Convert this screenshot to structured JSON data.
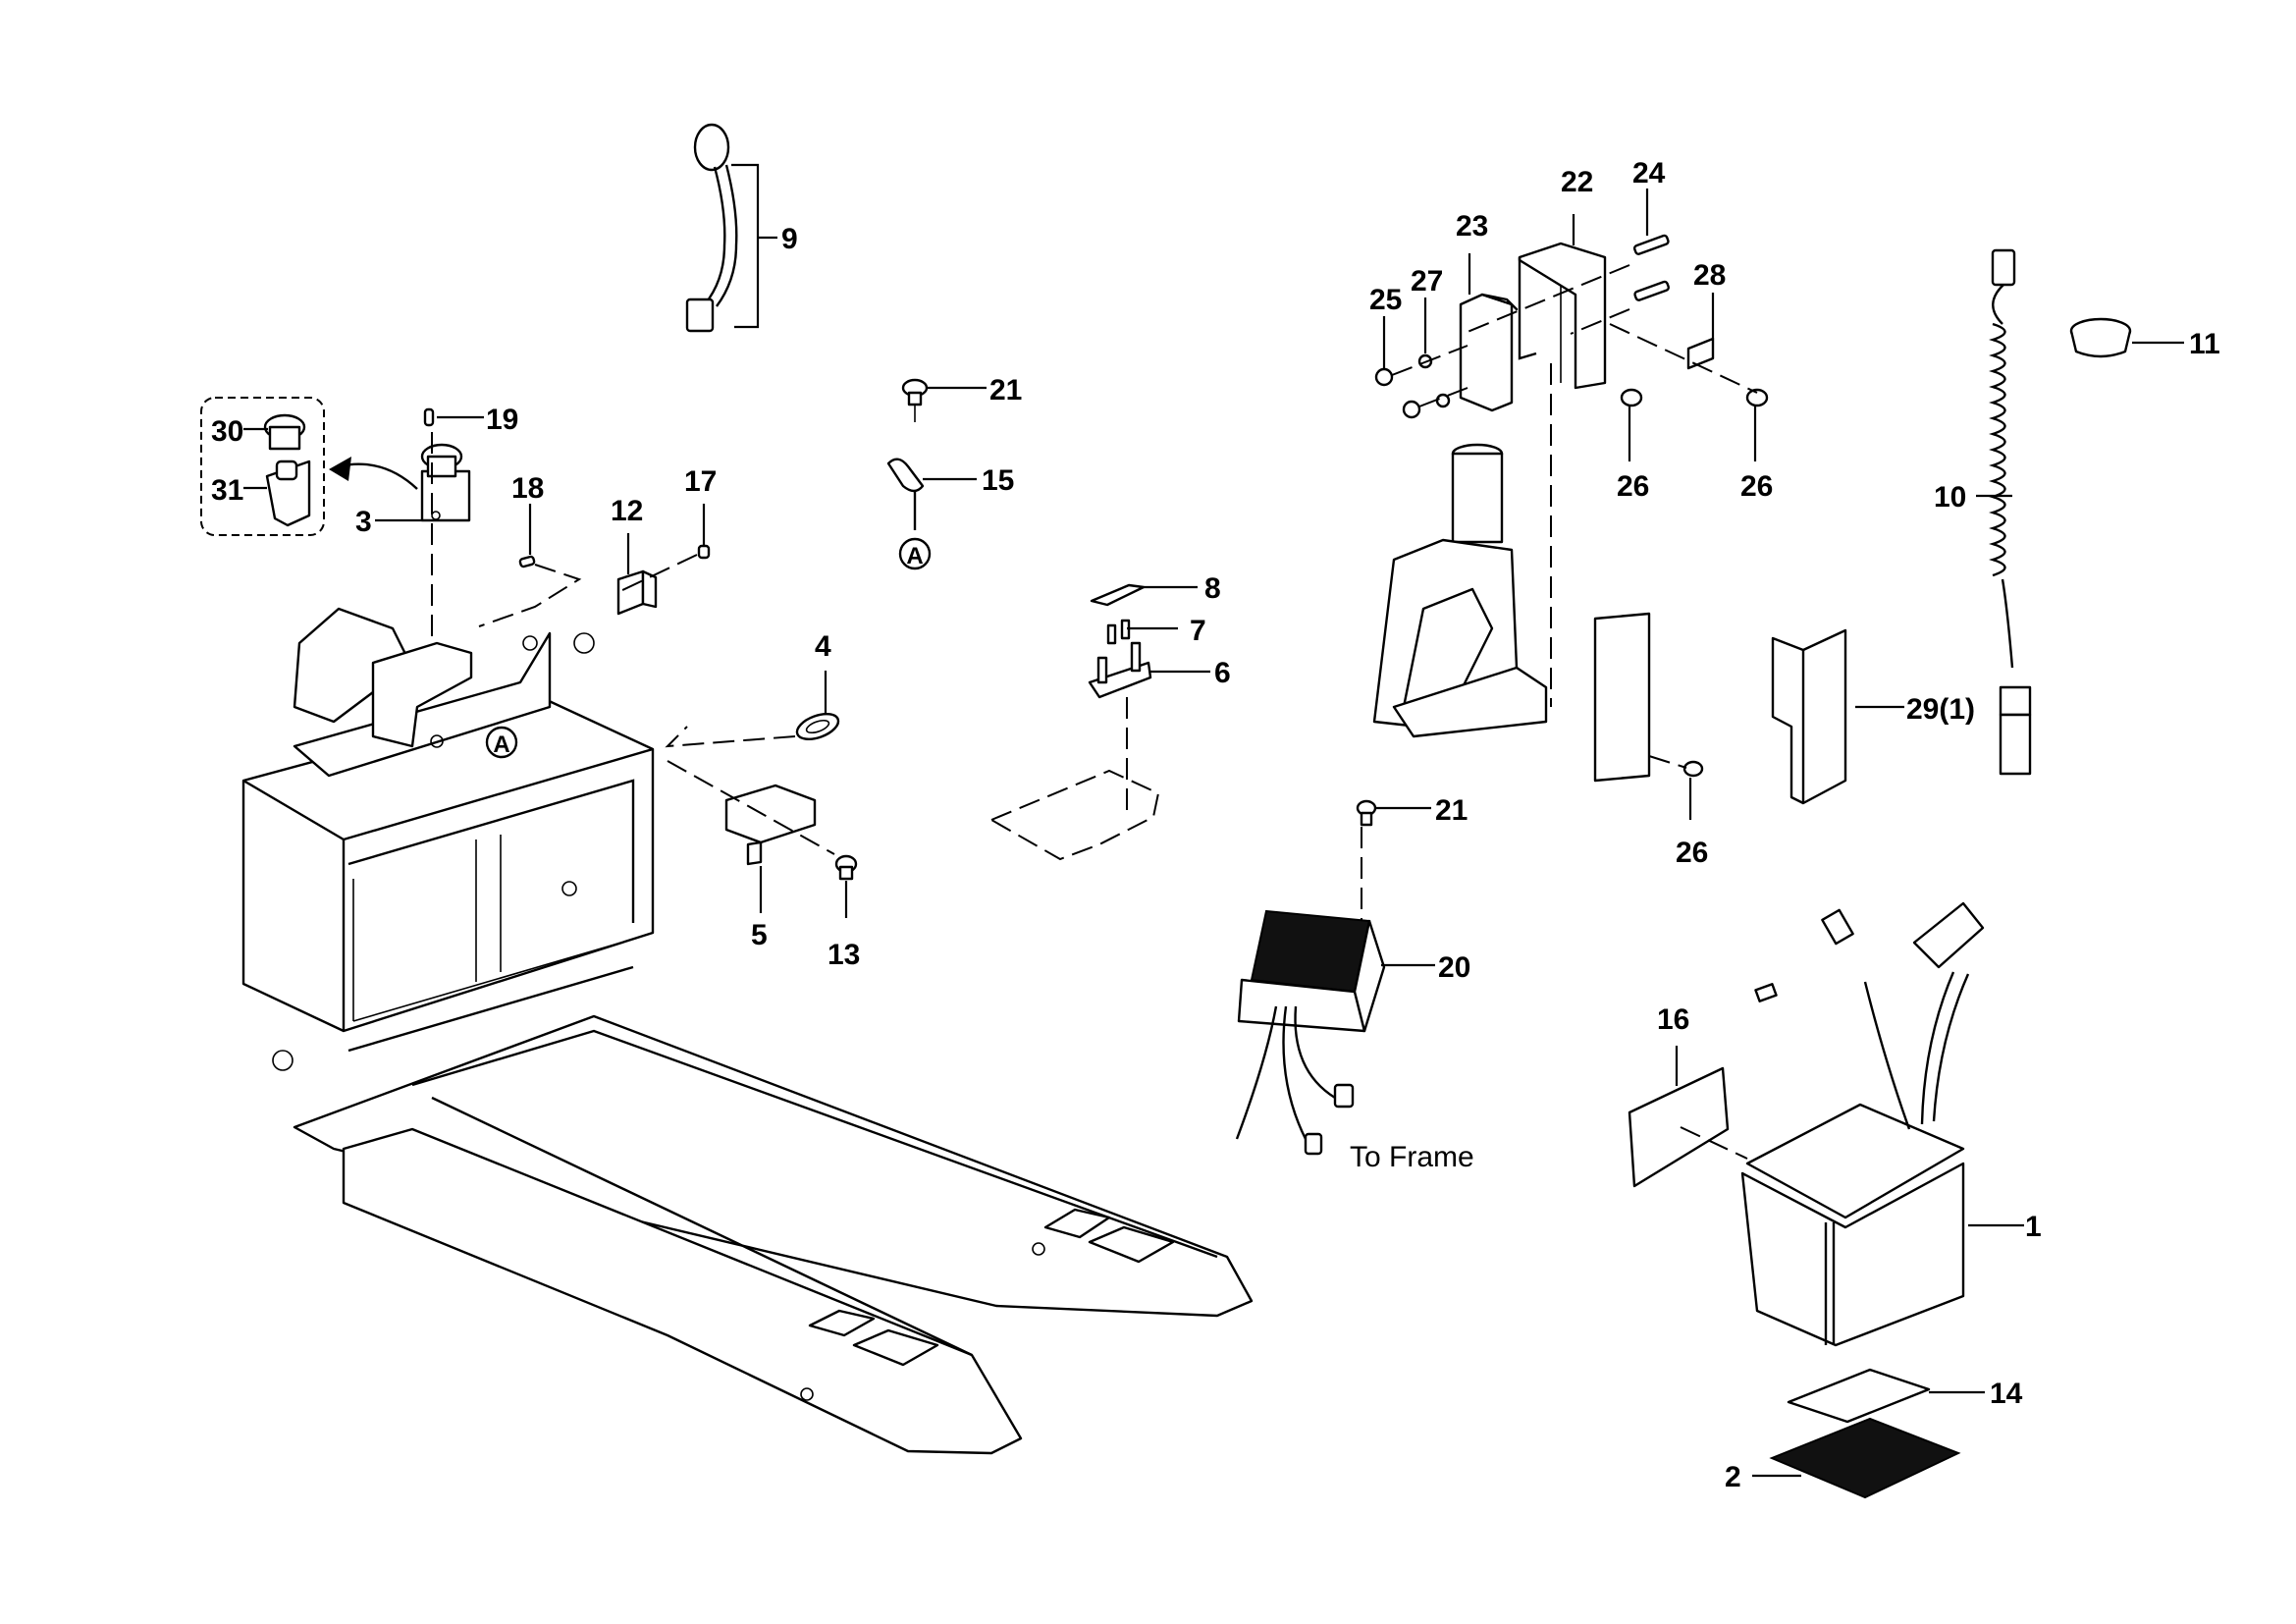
{
  "diagram": {
    "title": "",
    "type": "exploded parts diagram",
    "subject": "electric pallet truck electrical components",
    "ink_color": "#000000",
    "background_color": "#ffffff",
    "callouts": [
      {
        "id": "c1",
        "label": "1",
        "part": "battery"
      },
      {
        "id": "c2",
        "label": "2",
        "part": "battery mat (ribbed)"
      },
      {
        "id": "c3",
        "label": "3",
        "part": "key switch assembly"
      },
      {
        "id": "c4",
        "label": "4",
        "part": "grommet"
      },
      {
        "id": "c5",
        "label": "5",
        "part": "bracket"
      },
      {
        "id": "c6",
        "label": "6",
        "part": "terminal block"
      },
      {
        "id": "c7",
        "label": "7",
        "part": "screw"
      },
      {
        "id": "c8",
        "label": "8",
        "part": "fuse"
      },
      {
        "id": "c9",
        "label": "9",
        "part": "horn harness"
      },
      {
        "id": "c10",
        "label": "10",
        "part": "coiled power cord"
      },
      {
        "id": "c11",
        "label": "11",
        "part": "cap"
      },
      {
        "id": "c12",
        "label": "12",
        "part": "relay"
      },
      {
        "id": "c13",
        "label": "13",
        "part": "bolt"
      },
      {
        "id": "c14",
        "label": "14",
        "part": "pad"
      },
      {
        "id": "c15",
        "label": "15",
        "part": "clamp"
      },
      {
        "id": "c16",
        "label": "16",
        "part": "foam pad"
      },
      {
        "id": "c17",
        "label": "17",
        "part": "screw"
      },
      {
        "id": "c18",
        "label": "18",
        "part": "screw"
      },
      {
        "id": "c19",
        "label": "19",
        "part": "screw"
      },
      {
        "id": "c20",
        "label": "20",
        "part": "charger"
      },
      {
        "id": "c21a",
        "label": "21",
        "part": "bolt"
      },
      {
        "id": "c21b",
        "label": "21",
        "part": "bolt"
      },
      {
        "id": "c22",
        "label": "22",
        "part": "controller bracket"
      },
      {
        "id": "c23",
        "label": "23",
        "part": "controller"
      },
      {
        "id": "c24",
        "label": "24",
        "part": "bolt"
      },
      {
        "id": "c25",
        "label": "25",
        "part": "nut"
      },
      {
        "id": "c26a",
        "label": "26",
        "part": "bolt"
      },
      {
        "id": "c26b",
        "label": "26",
        "part": "bolt"
      },
      {
        "id": "c26c",
        "label": "26",
        "part": "bolt"
      },
      {
        "id": "c27",
        "label": "27",
        "part": "washer"
      },
      {
        "id": "c28",
        "label": "28",
        "part": "clip"
      },
      {
        "id": "c29",
        "label": "29(1)",
        "part": "cover plate"
      },
      {
        "id": "c30",
        "label": "30",
        "part": "key switch cap"
      },
      {
        "id": "c31",
        "label": "31",
        "part": "key switch body"
      }
    ],
    "reference_markers": [
      {
        "id": "refA1",
        "label": "A"
      },
      {
        "id": "refA2",
        "label": "A"
      }
    ],
    "notes": {
      "to_frame": "To Frame"
    }
  }
}
